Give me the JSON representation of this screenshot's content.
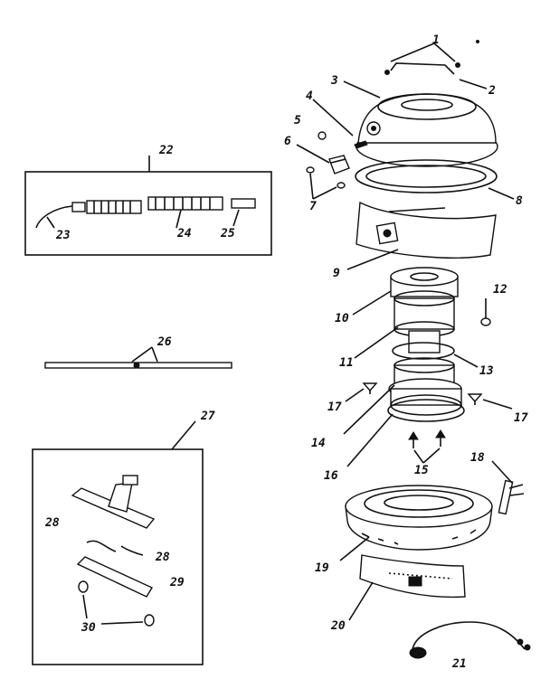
{
  "callouts": {
    "c1": "1",
    "c2": "2",
    "c3": "3",
    "c4": "4",
    "c5": "5",
    "c6": "6",
    "c7": "7",
    "c8": "8",
    "c9": "9",
    "c10": "10",
    "c11": "11",
    "c12": "12",
    "c13": "13",
    "c14": "14",
    "c15": "15",
    "c16": "16",
    "c17a": "17",
    "c17b": "17",
    "c18": "18",
    "c19": "19",
    "c20": "20",
    "c21": "21",
    "c22": "22",
    "c23": "23",
    "c24": "24",
    "c25": "25",
    "c26": "26",
    "c27": "27",
    "c28a": "28",
    "c28b": "28",
    "c29": "29",
    "c30": "30"
  }
}
